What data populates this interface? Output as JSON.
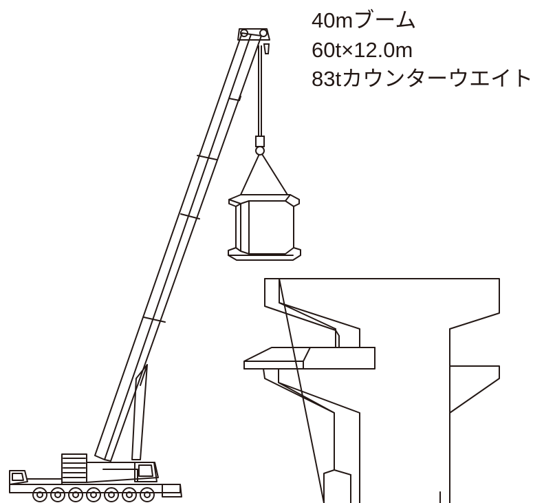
{
  "specs": {
    "boom": "40mブーム",
    "load": "60t×12.0m",
    "counterweight": "83tカウンターウエイト"
  },
  "colors": {
    "ink": "#231815",
    "paper": "#ffffff"
  }
}
